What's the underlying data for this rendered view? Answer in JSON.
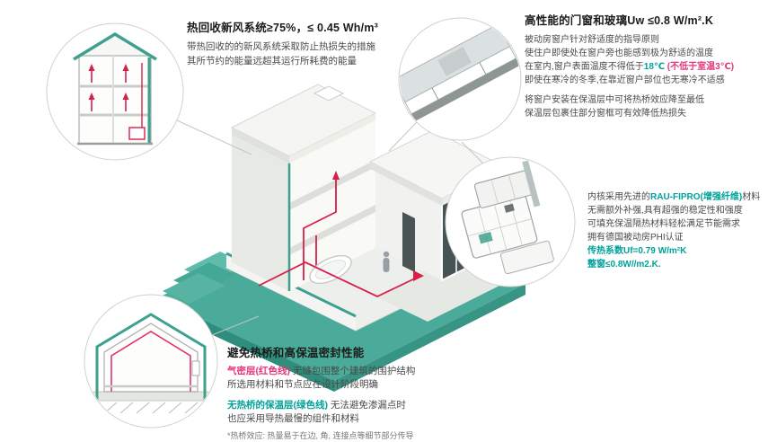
{
  "colors": {
    "accent_teal": "#3fa08f",
    "text_green": "#00a19a",
    "text_red": "#e5367a",
    "pipe_red": "#d81f4a",
    "slab_green": "#4aab9a"
  },
  "heat_recovery": {
    "title": "热回收新风系统≥75%，≤ 0.45 Wh/m³",
    "line1": "带热回收的的新风系统采取防止热损失的措施",
    "line2": "其所节约的能量远超其运行所耗费的能量"
  },
  "windows": {
    "title": "高性能的门窗和玻璃Uw ≤0.8 W/m².K",
    "line1": "被动房窗户针对舒适度的指导原则",
    "line2": "使住户即使处在窗户旁也能感到极为舒适的温度",
    "line3_a": "在室内,窗户表面温度不得低于",
    "line3_b": "18℃",
    "line3_c": " (不低于室温3℃)",
    "line4": "即使在寒冷的冬季,在靠近窗户部位也无寒冷不适感",
    "line5": "将窗户安装在保温层中可将热桥效应降至最低",
    "line6": "保温层包裹住部分窗框可有效降低热损失"
  },
  "profile": {
    "line1_a": "内核采用先进的",
    "line1_b": "RAU-FIPRO(增强纤维)",
    "line1_c": "材料",
    "line2": "无需额外补强,具有超强的稳定性和强度",
    "line3": "可填充保温隔热材料轻松满足节能需求",
    "line4": "拥有德国被动房PHI认证",
    "line5": "传热系数Uf=0.79 W/m²K",
    "line6": "整窗≤0.8W//m2.K."
  },
  "thermal": {
    "title": "避免热桥和高保温密封性能",
    "line1_a": "气密层(红色线)",
    "line1_b": " 无缝包围整个建筑的围护结构",
    "line2": "所选用材料和节点应在设计阶段明确",
    "line3_a": "无热桥的保温层(绿色线)",
    "line3_b": " 无法避免渗漏点时",
    "line4": "也应采用导热最慢的组件和材料",
    "footnote": "*热桥效应: 热量易于在边, 角, 连接点等细节部分传导"
  }
}
